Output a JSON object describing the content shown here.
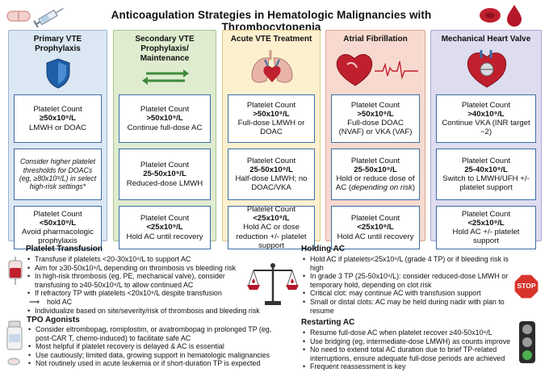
{
  "title": "Anticoagulation Strategies in Hematologic Malignancies with Thrombocytopenia",
  "columns": [
    {
      "header": "Primary VTE Prophylaxis",
      "boxes": [
        {
          "lines": [
            {
              "t": "Platelet Count",
              "s": "n"
            },
            {
              "t": "≥50x10⁹/L",
              "s": "b"
            },
            {
              "t": "LMWH or DOAC",
              "s": "n"
            }
          ]
        },
        {
          "lines": [
            {
              "t": "Consider higher platelet thresholds for DOACs (eg, ≥80x10⁹/L) in select high-risk settings*",
              "s": "i"
            }
          ]
        },
        {
          "lines": [
            {
              "t": "Platelet Count",
              "s": "n"
            },
            {
              "t": "<50x10⁹/L",
              "s": "b"
            },
            {
              "t": "Avoid pharmacologic prophylaxis",
              "s": "n"
            }
          ]
        }
      ]
    },
    {
      "header": "Secondary VTE Prophylaxis/ Maintenance",
      "boxes": [
        {
          "lines": [
            {
              "t": "Platelet Count",
              "s": "n"
            },
            {
              "t": ">50x10⁹/L",
              "s": "b"
            },
            {
              "t": "Continue full-dose AC",
              "s": "n"
            }
          ]
        },
        {
          "lines": [
            {
              "t": "Platelet Count",
              "s": "n"
            },
            {
              "t": "25-50x10⁹/L",
              "s": "b"
            },
            {
              "t": "Reduced-dose LMWH",
              "s": "n"
            }
          ]
        },
        {
          "lines": [
            {
              "t": "Platelet Count",
              "s": "n"
            },
            {
              "t": "<25x10⁹/L",
              "s": "b"
            },
            {
              "t": "Hold AC until recovery",
              "s": "n"
            }
          ]
        }
      ]
    },
    {
      "header": "Acute VTE Treatment",
      "boxes": [
        {
          "lines": [
            {
              "t": "Platelet Count",
              "s": "n"
            },
            {
              "t": ">50x10⁹/L",
              "s": "b"
            },
            {
              "t": "Full-dose LMWH or DOAC",
              "s": "n"
            }
          ]
        },
        {
          "lines": [
            {
              "t": "Platelet Count",
              "s": "n"
            },
            {
              "t": "25-50x10⁹/L",
              "s": "b"
            },
            {
              "t": "Half-dose LMWH; no DOAC/VKA",
              "s": "n"
            }
          ]
        },
        {
          "lines": [
            {
              "t": "Platelet Count",
              "s": "n"
            },
            {
              "t": "<25x10⁹/L",
              "s": "b"
            },
            {
              "t": "Hold AC or dose reduction +/- platelet support",
              "s": "n"
            }
          ]
        }
      ]
    },
    {
      "header": "Atrial Fibrillation",
      "boxes": [
        {
          "lines": [
            {
              "t": "Platelet Count",
              "s": "n"
            },
            {
              "t": ">50x10⁹/L",
              "s": "b"
            },
            {
              "t": "Full-dose DOAC (NVAF) or VKA (VAF)",
              "s": "n"
            }
          ]
        },
        {
          "lines": [
            {
              "t": "Platelet Count",
              "s": "n"
            },
            {
              "t": "25-50x10⁹/L",
              "s": "b"
            },
            {
              "t": "Hold or reduce dose of AC (",
              "s": "n"
            },
            {
              "t": "depending on risk",
              "s": "i"
            },
            {
              "t": ")",
              "s": "n"
            }
          ]
        },
        {
          "lines": [
            {
              "t": "Platelet Count",
              "s": "n"
            },
            {
              "t": "<25x10⁹/L",
              "s": "b"
            },
            {
              "t": "Hold AC until recovery",
              "s": "n"
            }
          ]
        }
      ]
    },
    {
      "header": "Mechanical Heart Valve",
      "boxes": [
        {
          "lines": [
            {
              "t": "Platelet Count",
              "s": "n"
            },
            {
              "t": ">40x10⁹/L",
              "s": "b"
            },
            {
              "t": "Continue VKA (INR target ~2)",
              "s": "n"
            }
          ]
        },
        {
          "lines": [
            {
              "t": "Platelet Count",
              "s": "n"
            },
            {
              "t": "25-40x10⁹/L",
              "s": "b"
            },
            {
              "t": "Switch to LMWH/UFH +/- platelet support",
              "s": "n"
            }
          ]
        },
        {
          "lines": [
            {
              "t": "Platelet Count",
              "s": "n"
            },
            {
              "t": "<25x10⁹/L",
              "s": "b"
            },
            {
              "t": "Hold AC +/- platelet support",
              "s": "n"
            }
          ]
        }
      ]
    }
  ],
  "sections": {
    "platelet_transfusion": {
      "title": "Platelet Transfusion",
      "items": [
        "Transfuse if platelets <20-30x10⁹/L to support AC",
        "Aim for ≥30-50x10⁹/L depending on thrombosis vs bleeding risk",
        "In high-risk thrombosis (eg, PE, mechanical valve), consider transfusing to ≥40-50x10⁹/L to allow continued AC",
        "If refractory TP with platelets <20x10⁹/L despite transfusion",
        "hold AC",
        "Individualize based on site/severity/risk of thrombosis and bleeding risk"
      ]
    },
    "holding_ac": {
      "title": "Holding AC",
      "items": [
        "Hold AC if platelets<25x10⁹/L (grade 4 TP) or if bleeding risk is high",
        "In grade 3 TP (25-50x10⁹/L): consider reduced-dose LMWH or temporary hold, depending on clot risk",
        "Critical clot: may continue AC with transfusion support",
        "Small or distal clots: AC may be held during nadir with plan to resume"
      ]
    },
    "tpo_agonists": {
      "title": "TPO Agonists",
      "items": [
        "Consider eltrombopag, romiplostim, or avatrombopag in prolonged TP (eg, post-CAR T, chemo-induced) to facilitate safe AC",
        "Most helpful if platelet recovery is delayed & AC is essential",
        "Use cautiously; limited data, growing support in hematologic malignancies",
        "Not routinely used in acute leukemia or if short-duration TP is expected"
      ]
    },
    "restarting_ac": {
      "title": "Restarting AC",
      "items": [
        "Resume full-dose AC when platelet recover ≥40-50x10⁹/L",
        "Use bridging (eg, intermediate-dose LMWH) as counts improve",
        "No need to extend total AC duration due to brief TP-related interruptions, ensure adequate full-dose periods are achieved",
        "Frequent reassessment is key"
      ]
    }
  },
  "stop_sign_text": "STOP",
  "colors": {
    "col1_bg": "#dbe7f3",
    "col2_bg": "#dfeccf",
    "col3_bg": "#fdf0cf",
    "col4_bg": "#f7d9cf",
    "col5_bg": "#dedcef",
    "box_border": "#3a6ea5",
    "stop_red": "#d8342b",
    "blood_red": "#b5172b"
  },
  "icons": [
    "pill-icon",
    "syringe-icon",
    "blood-drop-icon",
    "blood-cells-icon",
    "shield-icon",
    "cycle-arrows-icon",
    "lungs-heart-icon",
    "heart-ecg-icon",
    "valve-heart-icon",
    "blood-bag-icon",
    "scale-icon",
    "stop-sign-icon",
    "medicine-bottle-icon",
    "traffic-light-icon"
  ]
}
